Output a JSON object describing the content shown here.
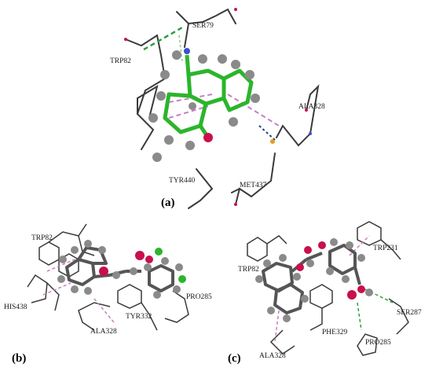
{
  "panels": [
    {
      "id": "a",
      "label": "(a)",
      "residues": [
        "SER79",
        "TRP82",
        "ALA328",
        "TYR440",
        "MET437"
      ]
    },
    {
      "id": "b",
      "label": "(b)",
      "residues": [
        "TRP82",
        "HIS438",
        "PRO285",
        "TYR332",
        "ALA328"
      ]
    },
    {
      "id": "c",
      "label": "(c)",
      "residues": [
        "TRP231",
        "TRP82",
        "SER287",
        "PHE329",
        "PRO285",
        "ALA328"
      ]
    }
  ],
  "colors": {
    "ligand_green": "#2bb52b",
    "atom_gray": "#8a8a8a",
    "oxygen": "#c8104a",
    "nitrogen": "#3a4fd0",
    "hbond": "#2e9e3e",
    "pi_interaction": "#c77fc4",
    "residue": "#3a3a3a"
  }
}
